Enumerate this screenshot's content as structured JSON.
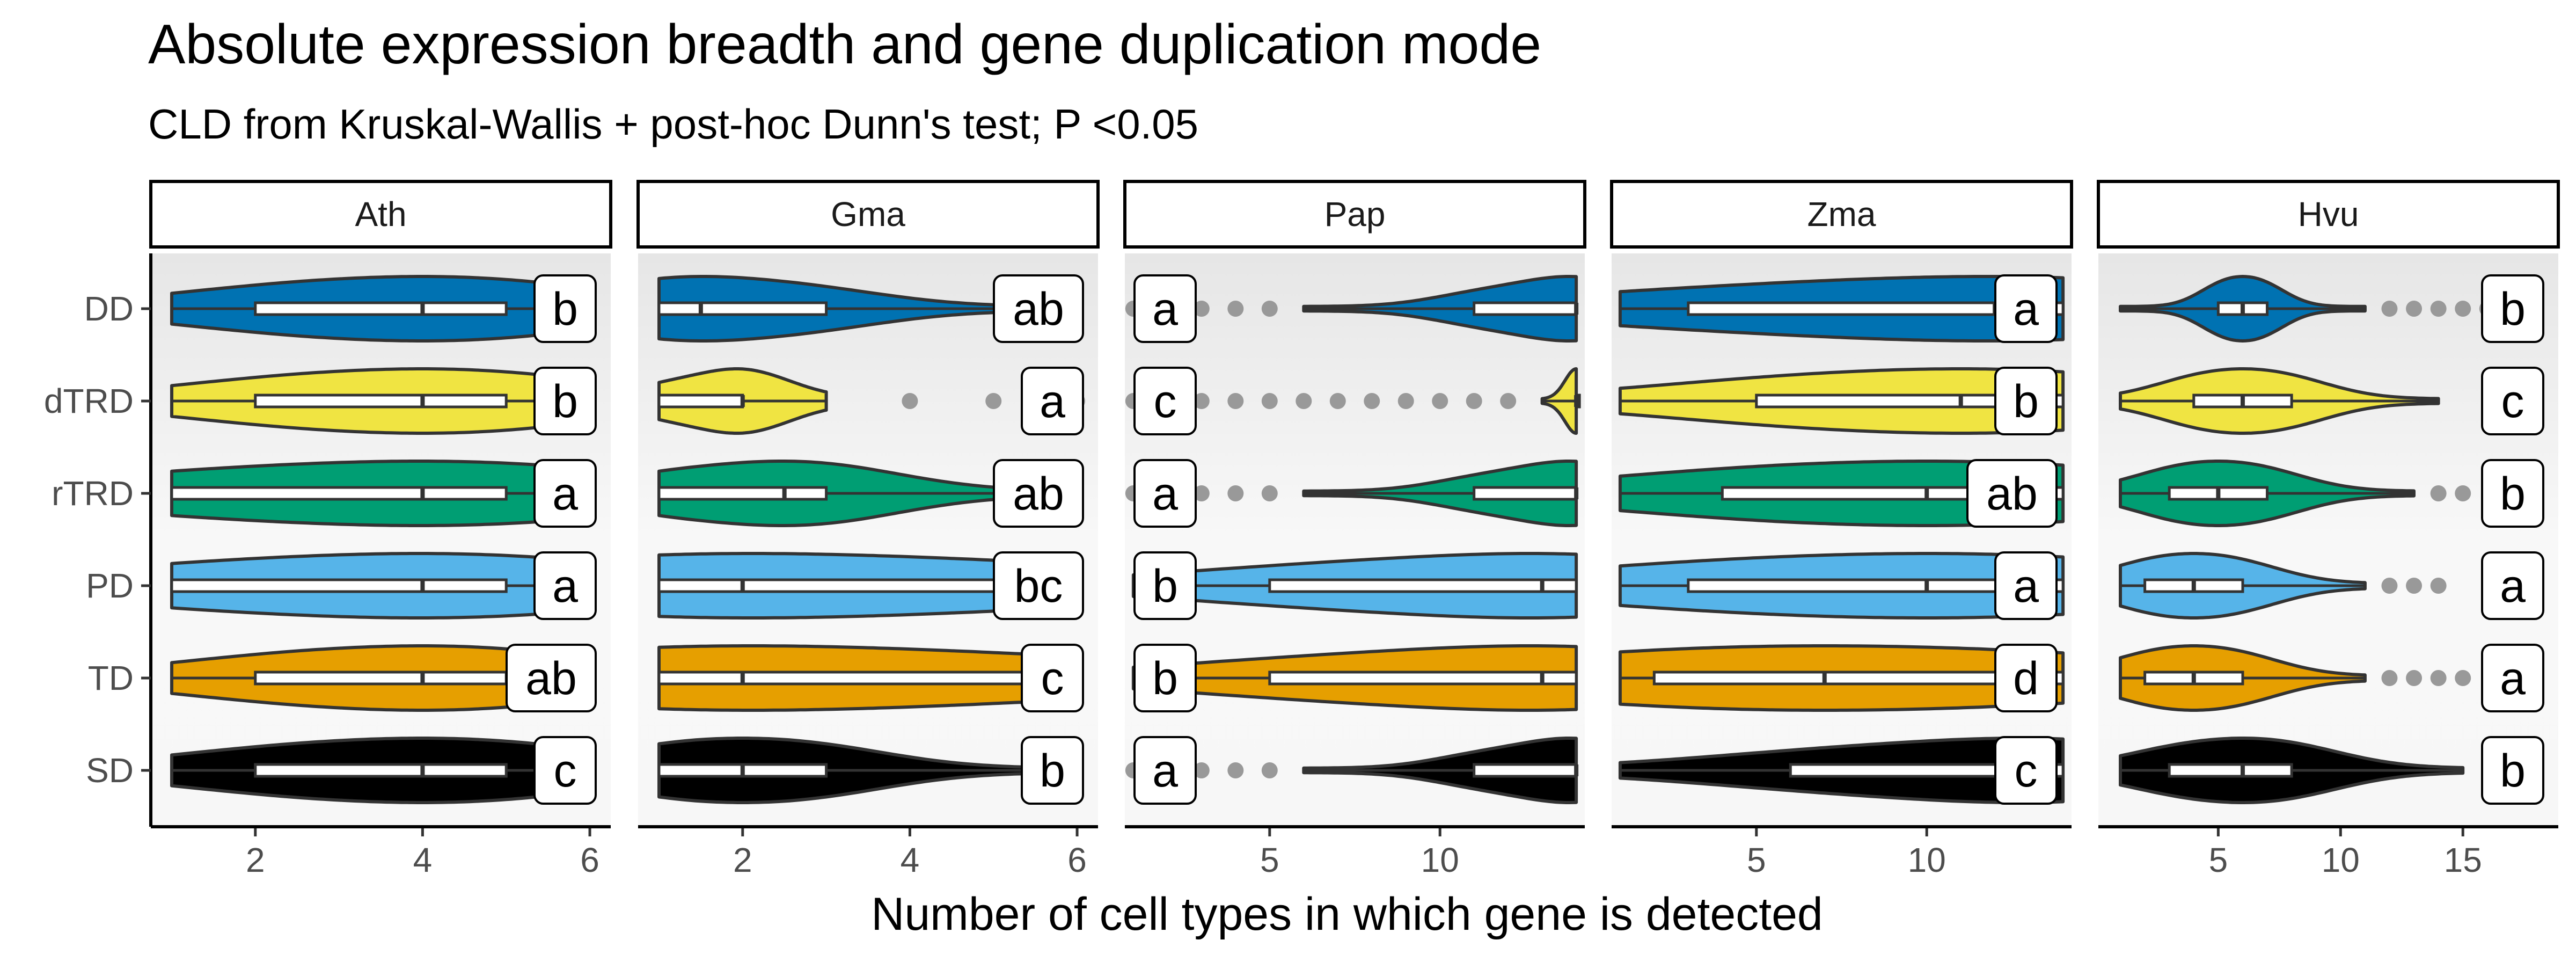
{
  "title": "Absolute expression breadth and gene duplication mode",
  "subtitle": "CLD from Kruskal-Wallis + post-hoc Dunn's test; P <0.05",
  "colors": {
    "DD": "#0072b2",
    "dTRD": "#f0e442",
    "rTRD": "#009e73",
    "PD": "#56b4e9",
    "TD": "#e69f00",
    "SD": "#000000",
    "outlier": "#999999",
    "panel_bg_top": "#e6e6e6",
    "panel_bg_bottom": "#f7f7f7"
  },
  "chart_data": {
    "type": "violin",
    "xlabel": "Number of cell types in which gene is detected",
    "ylabel": "",
    "categories": [
      "DD",
      "dTRD",
      "rTRD",
      "PD",
      "TD",
      "SD"
    ],
    "grid": false,
    "facets": [
      {
        "name": "Ath",
        "xlim": [
          0.75,
          6.25
        ],
        "ticks": [
          2,
          4,
          6
        ],
        "rows": [
          {
            "group": "DD",
            "min": 1,
            "q1": 2,
            "median": 4,
            "q3": 5,
            "max": 6,
            "outliers": [],
            "letter": "b"
          },
          {
            "group": "dTRD",
            "min": 1,
            "q1": 2,
            "median": 4,
            "q3": 5,
            "max": 6,
            "outliers": [],
            "letter": "b"
          },
          {
            "group": "rTRD",
            "min": 1,
            "q1": 1,
            "median": 4,
            "q3": 5,
            "max": 6,
            "outliers": [],
            "letter": "a"
          },
          {
            "group": "PD",
            "min": 1,
            "q1": 1,
            "median": 4,
            "q3": 5,
            "max": 6,
            "outliers": [],
            "letter": "a"
          },
          {
            "group": "TD",
            "min": 1,
            "q1": 2,
            "median": 4,
            "q3": 5,
            "max": 6,
            "outliers": [],
            "letter": "ab"
          },
          {
            "group": "SD",
            "min": 1,
            "q1": 2,
            "median": 4,
            "q3": 5,
            "max": 6,
            "outliers": [],
            "letter": "c"
          }
        ]
      },
      {
        "name": "Gma",
        "xlim": [
          0.75,
          6.25
        ],
        "ticks": [
          2,
          4,
          6
        ],
        "rows": [
          {
            "group": "DD",
            "min": 1,
            "q1": 1,
            "median": 1.5,
            "q3": 3,
            "max": 6,
            "outliers": [],
            "letter": "ab"
          },
          {
            "group": "dTRD",
            "min": 1,
            "q1": 1,
            "median": 2,
            "q3": 2,
            "max": 3,
            "outliers": [
              4,
              5,
              6
            ],
            "letter": "a"
          },
          {
            "group": "rTRD",
            "min": 1,
            "q1": 1,
            "median": 2.5,
            "q3": 3,
            "max": 6,
            "outliers": [],
            "letter": "ab"
          },
          {
            "group": "PD",
            "min": 1,
            "q1": 1,
            "median": 2,
            "q3": 6,
            "max": 6,
            "outliers": [],
            "letter": "bc"
          },
          {
            "group": "TD",
            "min": 1,
            "q1": 1,
            "median": 2,
            "q3": 6,
            "max": 6,
            "outliers": [],
            "letter": "c"
          },
          {
            "group": "SD",
            "min": 1,
            "q1": 1,
            "median": 2,
            "q3": 3,
            "max": 6,
            "outliers": [],
            "letter": "b"
          }
        ]
      },
      {
        "name": "Pap",
        "xlim": [
          0.75,
          14.25
        ],
        "ticks": [
          5,
          10
        ],
        "rows": [
          {
            "group": "DD",
            "min": 6,
            "q1": 11,
            "median": 14,
            "q3": 14,
            "max": 14,
            "outliers": [
              1,
              2,
              3,
              4,
              5
            ],
            "letter": "a"
          },
          {
            "group": "dTRD",
            "min": 13,
            "q1": 14,
            "median": 14,
            "q3": 14,
            "max": 14,
            "outliers": [
              1,
              2,
              3,
              4,
              5,
              6,
              7,
              8,
              9,
              10,
              11,
              12
            ],
            "letter": "c"
          },
          {
            "group": "rTRD",
            "min": 6,
            "q1": 11,
            "median": 14,
            "q3": 14,
            "max": 14,
            "outliers": [
              1,
              2,
              3,
              4,
              5
            ],
            "letter": "a"
          },
          {
            "group": "PD",
            "min": 1,
            "q1": 5,
            "median": 13,
            "q3": 14,
            "max": 14,
            "outliers": [],
            "letter": "b"
          },
          {
            "group": "TD",
            "min": 1,
            "q1": 5,
            "median": 13,
            "q3": 14,
            "max": 14,
            "outliers": [],
            "letter": "b"
          },
          {
            "group": "SD",
            "min": 6,
            "q1": 11,
            "median": 14,
            "q3": 14,
            "max": 14,
            "outliers": [
              1,
              2,
              3,
              4,
              5
            ],
            "letter": "a"
          }
        ]
      },
      {
        "name": "Zma",
        "xlim": [
          0.75,
          14.25
        ],
        "ticks": [
          5,
          10
        ],
        "rows": [
          {
            "group": "DD",
            "min": 1,
            "q1": 3,
            "median": 12,
            "q3": 14,
            "max": 14,
            "outliers": [],
            "letter": "a"
          },
          {
            "group": "dTRD",
            "min": 1,
            "q1": 5,
            "median": 11,
            "q3": 14,
            "max": 14,
            "outliers": [],
            "letter": "b"
          },
          {
            "group": "rTRD",
            "min": 1,
            "q1": 4,
            "median": 10,
            "q3": 14,
            "max": 14,
            "outliers": [],
            "letter": "ab"
          },
          {
            "group": "PD",
            "min": 1,
            "q1": 3,
            "median": 10,
            "q3": 14,
            "max": 14,
            "outliers": [],
            "letter": "a"
          },
          {
            "group": "TD",
            "min": 1,
            "q1": 2,
            "median": 7,
            "q3": 14,
            "max": 14,
            "outliers": [],
            "letter": "d"
          },
          {
            "group": "SD",
            "min": 1,
            "q1": 6,
            "median": 13,
            "q3": 14,
            "max": 14,
            "outliers": [],
            "letter": "c"
          }
        ]
      },
      {
        "name": "Hvu",
        "xlim": [
          0.1,
          18.9
        ],
        "ticks": [
          5,
          10,
          15
        ],
        "rows": [
          {
            "group": "DD",
            "min": 1,
            "q1": 5,
            "median": 6,
            "q3": 7,
            "max": 11,
            "outliers": [
              12,
              13,
              14,
              15,
              16
            ],
            "letter": "b"
          },
          {
            "group": "dTRD",
            "min": 1,
            "q1": 4,
            "median": 6,
            "q3": 8,
            "max": 14,
            "outliers": [],
            "letter": "c"
          },
          {
            "group": "rTRD",
            "min": 1,
            "q1": 3,
            "median": 5,
            "q3": 7,
            "max": 13,
            "outliers": [
              14,
              15
            ],
            "letter": "b"
          },
          {
            "group": "PD",
            "min": 1,
            "q1": 2,
            "median": 4,
            "q3": 6,
            "max": 11,
            "outliers": [
              12,
              13,
              14
            ],
            "letter": "a"
          },
          {
            "group": "TD",
            "min": 1,
            "q1": 2,
            "median": 4,
            "q3": 6,
            "max": 11,
            "outliers": [
              12,
              13,
              14,
              15
            ],
            "letter": "a"
          },
          {
            "group": "SD",
            "min": 1,
            "q1": 3,
            "median": 6,
            "q3": 8,
            "max": 15,
            "outliers": [],
            "letter": "b"
          }
        ]
      }
    ]
  }
}
